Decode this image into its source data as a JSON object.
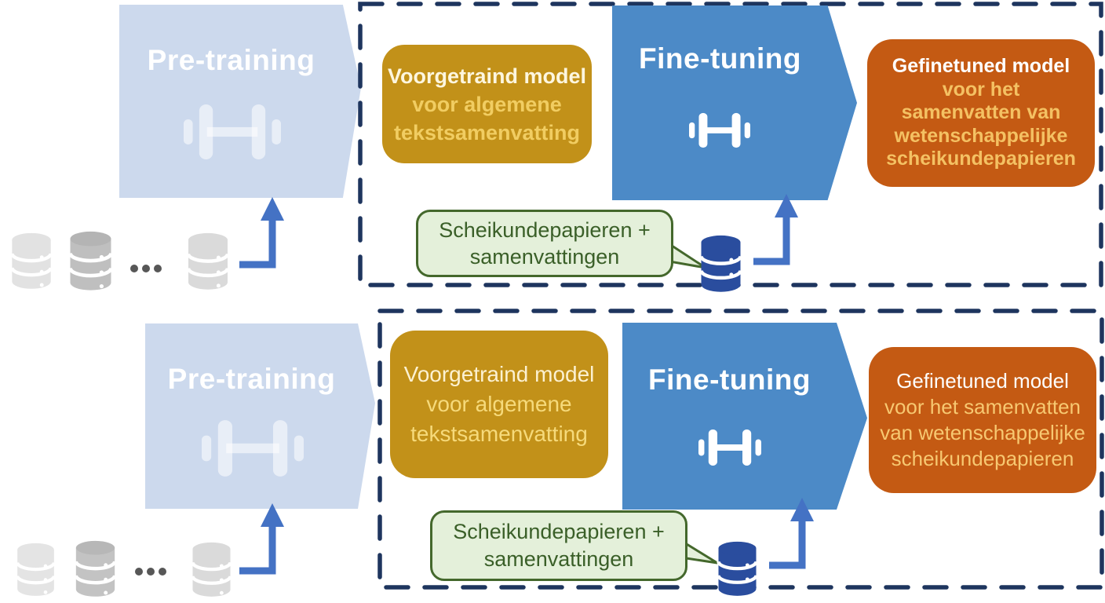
{
  "colors": {
    "pretraining_fill": "#ccd9ed",
    "finetuning_fill": "#4c8ac7",
    "pretrained_box_fill": "#c29119",
    "finetuned_box_fill": "#c45a13",
    "bubble_fill": "#e4f0da",
    "bubble_border": "#44682c",
    "dashed_border": "#1e355e",
    "arrow_blue": "#4472c4",
    "database_blue": "#2a4d9e"
  },
  "top_pipeline": {
    "pretraining_label": "Pre-training",
    "finetuning_label": "Fine-tuning",
    "pretrained_model": {
      "line1": "Voorgetraind model",
      "line2": "voor algemene",
      "line3": "tekstsamenvatting"
    },
    "finetuned_model": {
      "line1": "Gefinetuned model",
      "line2": "voor het",
      "line3": "samenvatten van",
      "line4": "wetenschappelijke",
      "line5": "scheikundepapieren"
    },
    "data_bubble": {
      "line1": "Scheikundepapieren +",
      "line2": "samenvattingen"
    }
  },
  "bottom_pipeline": {
    "pretraining_label": "Pre-training",
    "finetuning_label": "Fine-tuning",
    "pretrained_model": {
      "line1": "Voorgetraind model",
      "line2": "voor algemene",
      "line3": "tekstsamenvatting"
    },
    "finetuned_model": {
      "line1": "Gefinetuned model",
      "line2": "voor het samenvatten",
      "line3": "van wetenschappelijke",
      "line4": "scheikundepapieren"
    },
    "data_bubble": {
      "line1": "Scheikundepapieren +",
      "line2": "samenvattingen"
    }
  }
}
